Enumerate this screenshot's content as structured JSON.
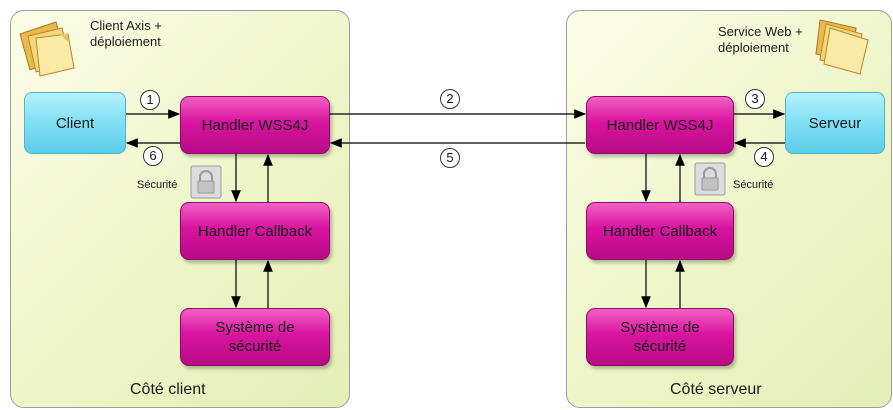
{
  "left": {
    "title": "Côté client",
    "deploy_label": "Client Axis +\ndéploiement",
    "client": "Client",
    "wss4j": "Handler WSS4J",
    "callback": "Handler Callback",
    "system": "Système de\nsécurité",
    "security": "Sécurité"
  },
  "right": {
    "title": "Côté serveur",
    "deploy_label": "Service Web +\ndéploiement",
    "server": "Serveur",
    "wss4j": "Handler WSS4J",
    "callback": "Handler Callback",
    "system": "Système de\nsécurité",
    "security": "Sécurité"
  },
  "steps": [
    "1",
    "2",
    "3",
    "4",
    "5",
    "6"
  ],
  "colors": {
    "handler": "#d8149f",
    "client_server": "#7fe0f4",
    "panel": "#eef5c8"
  },
  "icons": [
    "documents-icon",
    "lock-icon"
  ]
}
